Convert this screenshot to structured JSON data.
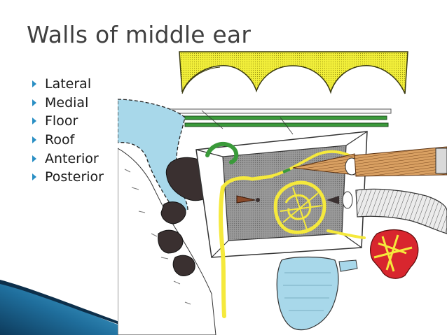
{
  "slide": {
    "title": "Walls of middle ear",
    "bullets": [
      {
        "label": "Lateral"
      },
      {
        "label": "Medial"
      },
      {
        "label": "Floor"
      },
      {
        "label": "Roof"
      },
      {
        "label": "Anterior"
      },
      {
        "label": "Posterior"
      }
    ],
    "colors": {
      "title": "#404040",
      "bullet_marker": "#2a8fc4",
      "accent_dark": "#0d3b5c",
      "accent_light": "#4fb2dd"
    }
  },
  "figure": {
    "icon": "middle-ear-walls-diagram",
    "colors": {
      "cartilage_yellow": "#f2ef3a",
      "nerve_yellow": "#f5e93c",
      "canal_blue": "#a8d8ea",
      "green_vessel": "#3a9a3a",
      "vascular_red": "#d8262e",
      "muscle_orange": "#c98f4e",
      "ossicle_dark": "#3a3030"
    }
  }
}
